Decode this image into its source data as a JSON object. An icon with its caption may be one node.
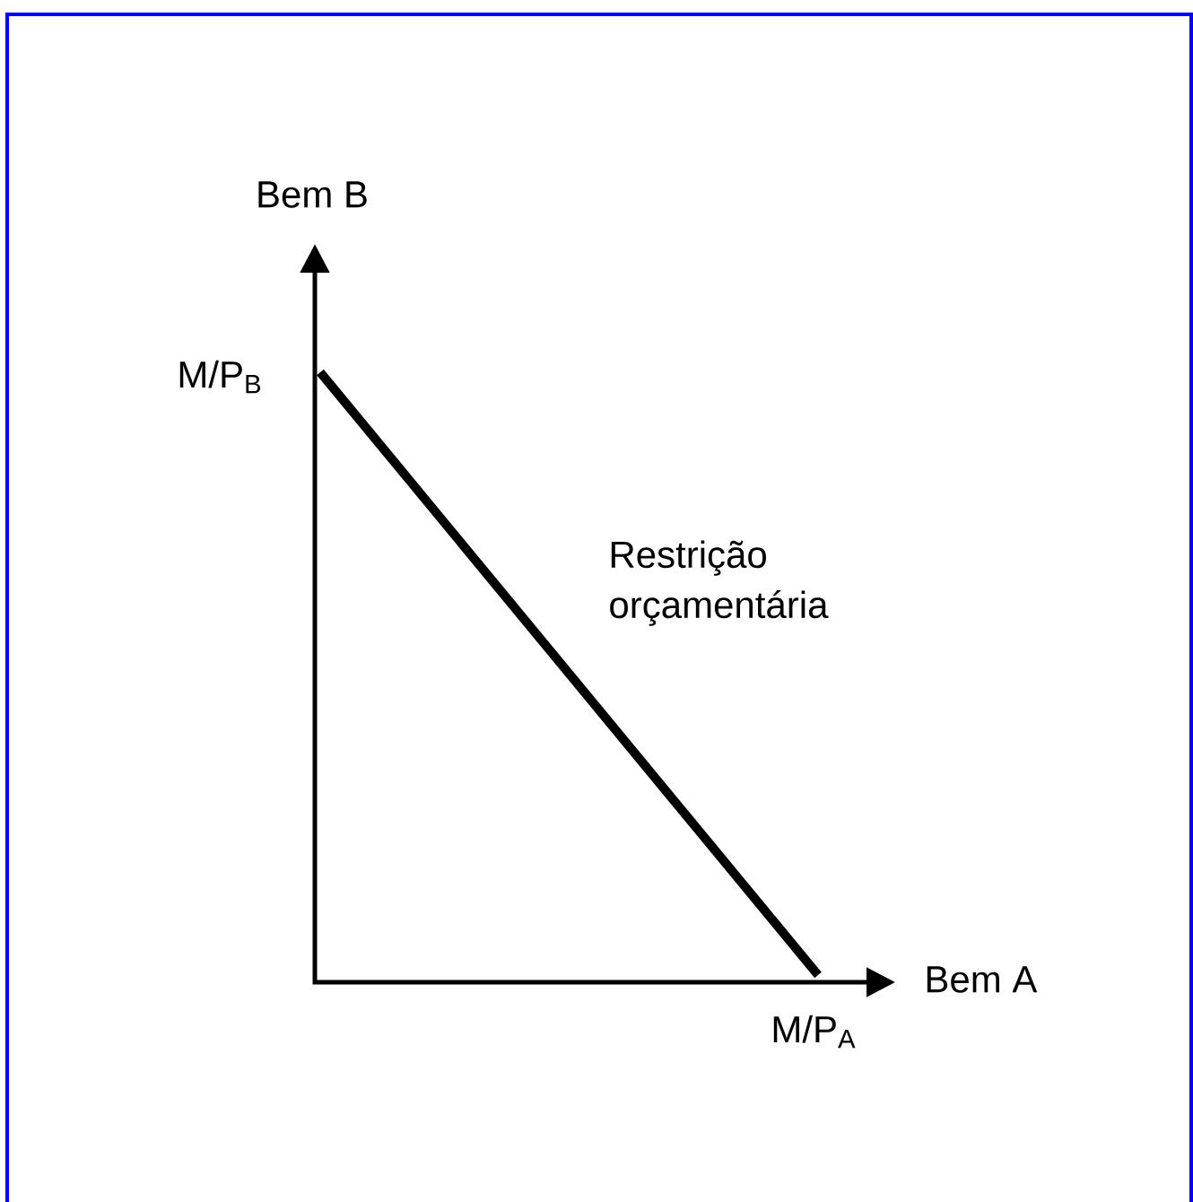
{
  "diagram": {
    "labels": [
      "Bem B",
      "M/P$_{B}$",
      "Restrição orçamentária",
      "Bem A",
      "M/P$_{A}$"
    ]
  }
}
